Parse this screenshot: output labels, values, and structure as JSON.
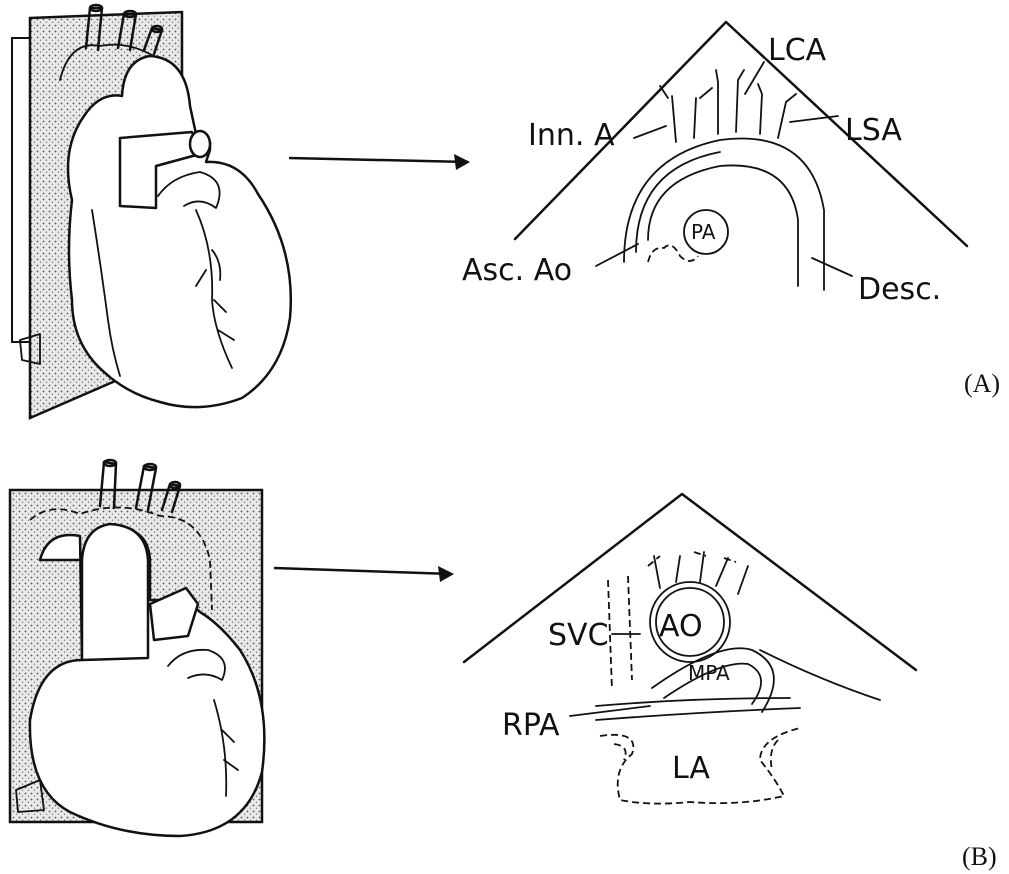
{
  "panel_a": {
    "tag": "(A)",
    "labels": {
      "lca": "LCA",
      "lsa": "LSA",
      "inn_a": "Inn. A",
      "asc_ao": "Asc. Ao",
      "pa": "PA",
      "desc": "Desc."
    }
  },
  "panel_b": {
    "tag": "(B)",
    "labels": {
      "ao": "AO",
      "svc": "SVC",
      "mpa": "MPA",
      "rpa": "RPA",
      "la": "LA"
    }
  }
}
